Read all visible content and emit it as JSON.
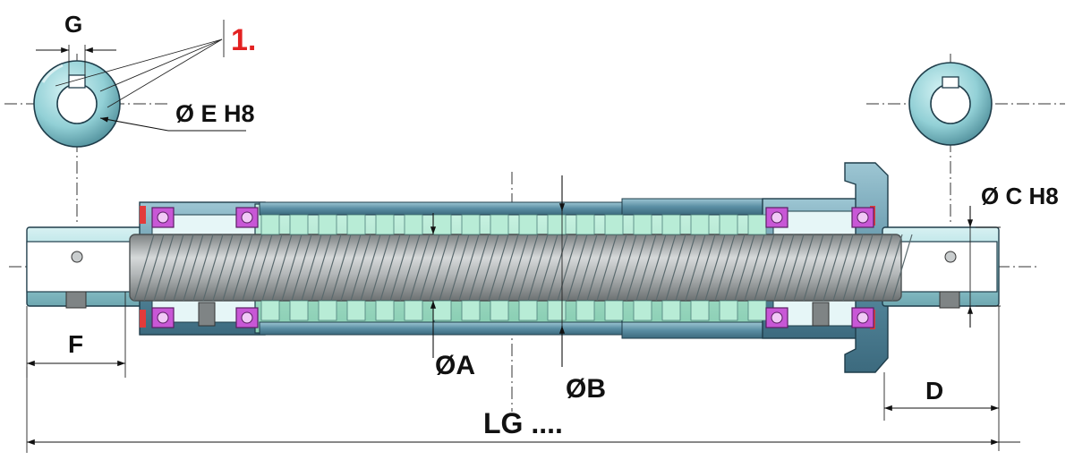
{
  "labels": {
    "g": "G",
    "callout": "1.",
    "e_h8": "Ø E H8",
    "c_h8": "Ø C H8",
    "f": "F",
    "a": "ØA",
    "b": "ØB",
    "lg": "LG ....",
    "d": "D"
  },
  "colors": {
    "body": "#a8dce0",
    "body_dark": "#5b8e9a",
    "housing": "#4d7f93",
    "housing_light": "#8fbccb",
    "screw": "#b9bcbd",
    "screw_dark": "#6f7475",
    "nut": "#a9e6cf",
    "bearing": "#c857d6",
    "seal": "#e23b3b",
    "callout": "#e32222"
  },
  "icons": {
    "section_left": "keyed-bore-section-icon",
    "section_right": "keyed-bore-section-icon",
    "bearing": "ball-bearing-icon",
    "set_screw": "set-screw-icon"
  }
}
